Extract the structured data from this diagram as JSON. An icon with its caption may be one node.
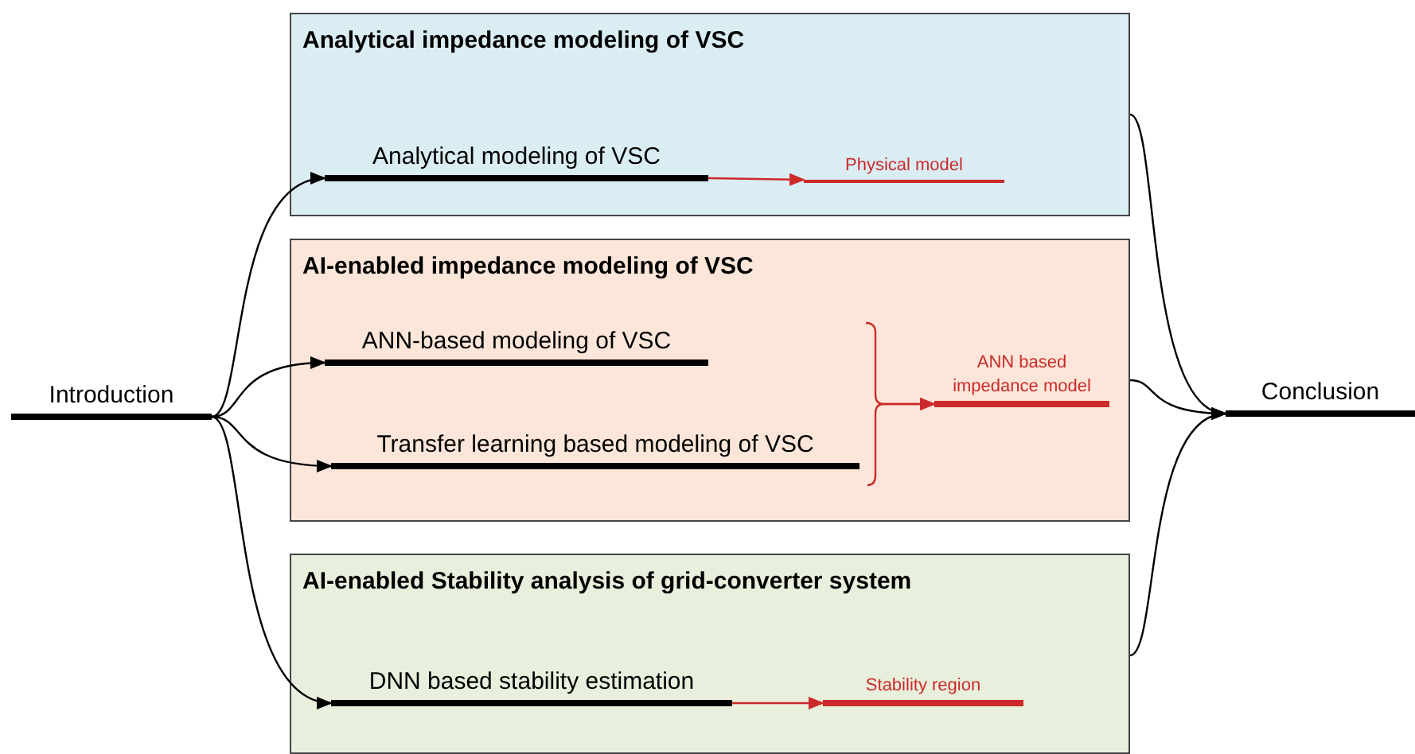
{
  "diagram": {
    "nodes": [
      {
        "text": [
          "Introduction"
        ]
      },
      {
        "text": [
          "Analytical impedance modeling of VSC"
        ]
      },
      {
        "text": [
          "Analytical modeling of VSC"
        ],
        "in": 1
      },
      {
        "text": [
          "Physical model"
        ],
        "in": 1
      },
      {
        "text": [
          "AI-enabled impedance modeling of VSC"
        ]
      },
      {
        "text": [
          "ANN-based modeling of VSC"
        ],
        "in": 4
      },
      {
        "text": [
          "Transfer learning based modeling of VSC"
        ],
        "in": 4
      },
      {
        "text": [
          "ANN based impedance model"
        ],
        "in": 4
      },
      {
        "text": [
          "AI-enabled Stability analysis of grid-converter system"
        ]
      },
      {
        "text": [
          "DNN based stability estimation"
        ],
        "in": 8
      },
      {
        "text": [
          "Stability region"
        ],
        "in": 8
      },
      {
        "text": [
          "Conclusion"
        ]
      }
    ],
    "edges": [
      {
        "from": 0,
        "to": 2,
        "arrow": "to"
      },
      {
        "from": 0,
        "to": 5,
        "arrow": "to"
      },
      {
        "from": 0,
        "to": 6,
        "arrow": "to"
      },
      {
        "from": 0,
        "to": 9,
        "arrow": "to"
      },
      {
        "from": 2,
        "to": 3,
        "arrow": "to",
        "color": "#cc2a2a"
      },
      {
        "from": 5,
        "to": 7,
        "arrow": "to",
        "color": "#cc2a2a"
      },
      {
        "from": 6,
        "to": 7,
        "arrow": "to",
        "color": "#cc2a2a"
      },
      {
        "from": 9,
        "to": 10,
        "arrow": "to",
        "color": "#cc2a2a"
      },
      {
        "from": 1,
        "to": 11,
        "arrow": "to"
      },
      {
        "from": 4,
        "to": 11,
        "arrow": "to"
      },
      {
        "from": 8,
        "to": 11,
        "arrow": "to"
      }
    ]
  }
}
